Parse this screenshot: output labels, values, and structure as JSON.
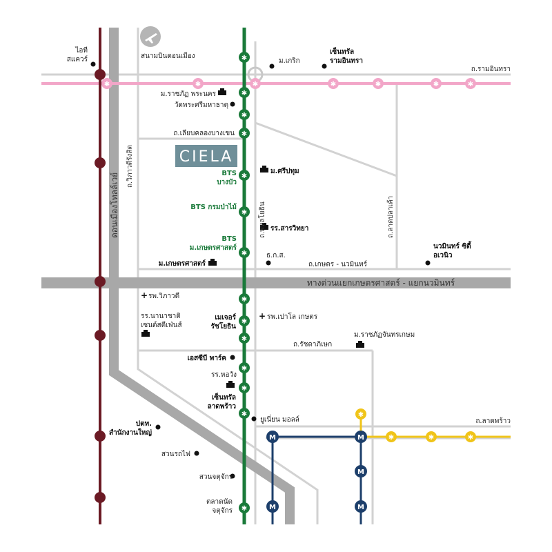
{
  "colors": {
    "red_line": "#6b1a24",
    "green_line": "#1a7a3a",
    "pink_line": "#f2a6c8",
    "yellow_line": "#f0c419",
    "blue_line": "#1d3f6b",
    "road": "#d2d2d2",
    "expressway": "#a8a8a8",
    "logo_bg": "#6f8f99"
  },
  "icons": {
    "airport": "airplane-icon",
    "school": "school-building-icon",
    "hospital": "cross-icon",
    "bts_station": "bts-station-icon",
    "mrt_station": "mrt-m-icon",
    "landmark": "dot-icon"
  },
  "logo": {
    "text": "CIELA"
  },
  "roads": {
    "ramintra": "ถ.รามอินทรา",
    "lieab_khlong": "ถ.เลียบคลองบางเขน",
    "vibhavadi": "ถ.วิภาวดีรังสิต",
    "phahonyothin": "ถ.พหลโยธิน",
    "lat_pla_khao": "ถ.ลาดปลาเค้า",
    "kaset_nawamin": "ถ.เกษตร - นวมินทร์",
    "ratchadaphisek": "ถ.รัชดาภิเษก",
    "lat_phrao": "ถ.ลาดพร้าว",
    "expressway": "ทางด่วนแยกเกษตรศาสตร์ - แยกนวมินทร์",
    "don_mueang_tollway": "ดอนเมืองโทลล์เวย์"
  },
  "places": {
    "airport": "สนามบินดอนเมือง",
    "it_square_1": "ไอที",
    "it_square_2": "สแควร์",
    "m_lerk": "ม.เกริก",
    "central_ramintra_1": "เซ็นทรัล",
    "central_ramintra_2": "รามอินทรา",
    "rajabhat_phranakhon": "ม.ราชภัฏ พระนคร",
    "wat_phra_sri": "วัดพระศรีมหาธาตุ",
    "bts_bang_bua_1": "BTS",
    "bts_bang_bua_2": "บางบัว",
    "sripatum": "ม.ศรีปทุม",
    "bts_krom_pa_mai": "BTS กรมป่าไม้",
    "sarawittaya": "รร.สารวิทยา",
    "bts_kaset_1": "BTS",
    "bts_kaset_2": "ม.เกษตรศาสตร์",
    "kasetsart": "ม.เกษตรศาสตร์",
    "baac": "ธ.ก.ส.",
    "nawamin_city_1": "นวมินทร์ ซิตี้",
    "nawamin_city_2": "อเวนิว",
    "vibhavadi_hospital": "รพ.วิภาวดี",
    "paolo_kaset": "รพ.เปาโล เกษตร",
    "st_stephen_1": "รร.นานาชาติ",
    "st_stephen_2": "เซนต์สตีเฟ่นส์",
    "major_1": "เมเจอร์",
    "major_2": "รัชโยธิน",
    "chandrakasem": "ม.ราชภัฏจันทรเกษม",
    "sb_park": "เอสซีบี พาร์ค",
    "ho_wang": "รร.หอวัง",
    "central_ladprao_1": "เซ็นทรัล",
    "central_ladprao_2": "ลาดพร้าว",
    "union_mall": "ยูเนี่ยน มอลล์",
    "ptt_1": "ปตท.",
    "ptt_2": "สำนักงานใหญ่",
    "rot_fai_park": "สวนรถไฟ",
    "chatuchak_park": "สวนจตุจักร",
    "chatuchak_market_1": "ตลาดนัด",
    "chatuchak_market_2": "จตุจักร"
  }
}
